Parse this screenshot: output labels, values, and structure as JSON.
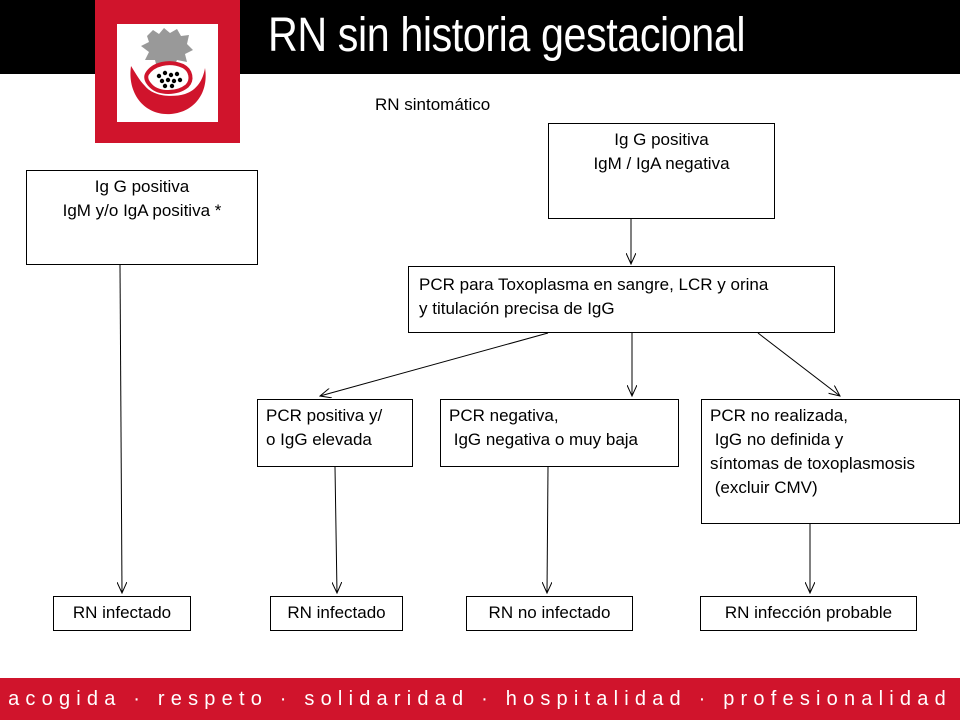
{
  "header": {
    "title": "RN sin historia gestacional"
  },
  "subtitle": "RN sintomático",
  "nodes": {
    "igg_iga_positive": [
      "Ig G positiva",
      "IgM y/o IgA positiva *"
    ],
    "igg_iga_negative": [
      "Ig G positiva",
      "IgM / IgA negativa"
    ],
    "pcr_tests": [
      "PCR para Toxoplasma en sangre, LCR y orina",
      "y titulación precisa de IgG"
    ],
    "pcr_positive": [
      "PCR positiva y/",
      "o IgG elevada"
    ],
    "pcr_negative": [
      "PCR negativa,",
      " IgG negativa o muy baja"
    ],
    "pcr_not_done": [
      "PCR no realizada,",
      " IgG no definida y",
      "síntomas de toxoplasmosis",
      " (excluir CMV)"
    ],
    "result_1": [
      "RN infectado"
    ],
    "result_2": [
      "RN infectado"
    ],
    "result_3": [
      "RN no infectado"
    ],
    "result_4": [
      "RN infección probable"
    ]
  },
  "footer": {
    "motto": "acogida · respeto · solidaridad · hospitalidad · profesionalidad"
  },
  "colors": {
    "brand_red": "#d0142c",
    "header_black": "#000000",
    "logo_gray": "#999999"
  }
}
